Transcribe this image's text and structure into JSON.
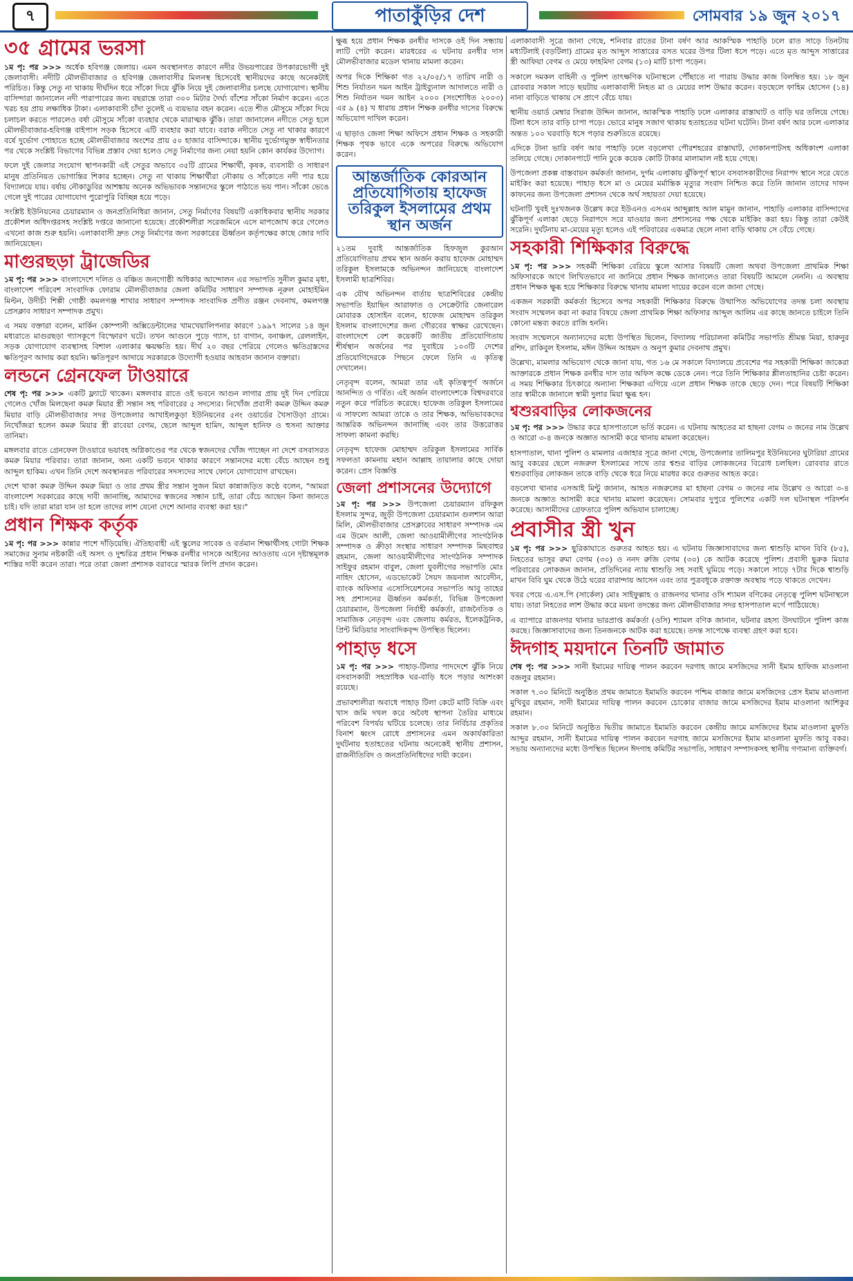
{
  "masthead": {
    "page_number": "৭",
    "brand": "পাতাকুঁড়ির দেশ",
    "date": "সোমবার ১৯ জুন ২০১৭"
  },
  "articles": {
    "a1": {
      "title": "৩৫ গ্রামের ভরসা",
      "lead": "১ম পৃ: পর >>> ",
      "paragraphs": [
        "অর্ধেক হবিগঞ্জ জেলায়। এমন অবস্থানগত কারণে নদীর উভয়পারের উপকারভোগী দুই জেলাবাসী। নদীটি মৌলভীবাজার ও হবিগঞ্জ জেলাবাসীর মিলনস্থ হিসেবেই স্থানীয়দের কাছে অনেকটাই পরিচিত। কিন্তু সেতু না থাকায় দীর্ঘদিন ধরে সাঁকো দিয়ে ঝুঁকি নিয়ে দুই জেলাবাসীর চলছে যোগাযোগ। স্থানীয় বাসিন্দারা জানালেন নদী পারাপারের জন্য বছরান্তে তারা ৩০০ মিটার দৈর্ঘ্য বাঁশের সাঁকো নির্মাণ করেন। এতে খরচ হয় প্রায় লক্ষাধিক টাকা। এলাকাবাসী চাঁদা তুলেই এ ব্যয়ভার বহন করেন। এতে শীত মৌসুমে সাঁকো দিয়ে চলাচল করতে পারলেও বর্ষা মৌসুমে সাঁকো ব্যবহার থেকে মারাত্মক ঝুঁকি। তারা জানালেন নদীতে সেতু হলে মৌলভীবাজার-হবিগঞ্জ বাইপাস সড়ক হিসেবে এটি ব্যবহার করা যাবে। বরাক নদীতে সেতু না থাকার কারণে বর্ষে দুর্ভোগ পোহাতে হচ্ছে মৌলভীবাজার অংশের প্রায় ৫০ হাজার বাসিন্দাকে। স্থানীয় দুর্ভোগমুক্ত স্বাধীনতার পর থেকে সংশ্লিষ্ট বিভাগের বিভিন্ন প্রস্তাব দেয়া হলেও সেতু নির্মাণের জন্য নেয়া হয়নি কোন কার্যকর উদ্যোগ।",
        "ফলে দুই জেলার সংযোগ স্থাপনকারী এই সেতুর অভাবে ৩৫টি গ্রামের শিক্ষার্থী, কৃষক, ব্যবসায়ী ও সাধারণ মানুষ প্রতিনিয়ত ভোগান্তির শিকার হচ্ছেন। সেতু না থাকায় শিক্ষার্থীরা নৌকায় ও সাঁকোতে নদী পার হয়ে বিদ্যালয়ে যায়। বর্ষায় নৌকাডুবির আশঙ্কায় অনেক অভিভাবক সন্তানদের স্কুলে পাঠাতে ভয় পান। সাঁকো ভেঙে গেলে দুই পারের যোগাযোগ পুরোপুরি বিচ্ছিন্ন হয়ে পড়ে।",
        "সংশ্লিষ্ট ইউনিয়নের চেয়ারম্যান ও জনপ্রতিনিধিরা জানান, সেতু নির্মাণের বিষয়টি একাধিকবার স্থানীয় সরকার প্রকৌশল অধিদপ্তরসহ সংশ্লিষ্ট দপ্তরে জানানো হয়েছে। প্রকৌশলীরা সরেজমিনে এসে মাপজোখ করে গেলেও এখনো কাজ শুরু হয়নি। এলাকাবাসী দ্রুত সেতু নির্মাণের জন্য সরকারের ঊর্ধ্বতন কর্তৃপক্ষের কাছে জোর দাবি জানিয়েছেন।"
      ]
    },
    "a2": {
      "title": "মাগুরছড়া ট্রাজেডির",
      "lead": "১ম পৃ: পর >>> ",
      "paragraphs": [
        "বাংলাদেশে দলিত ও বঞ্চিত জনগোষ্ঠী অধিকার আন্দোলন এর সভাপতি সুনীল কুমার মৃধা, বাংলাদেশ পরিবেশ সাংবাদিক ফোরাম মৌলভীবাজার জেলা কমিটির সাধারণ সম্পাদক নূরুল মোহাইমিন মিল্টন, উদীচী শিল্পী গোষ্ঠী কমলগঞ্জ শাখার সাধারণ সম্পাদক সাংবাদিক প্রণীত রঞ্জন দেবনাথ, কমলগঞ্জ প্রেসক্লাব সাধারণ সম্পাদক প্রমুখ।",
        "এ সময় বক্তারা বলেন, মার্কিন কোম্পানী অক্সিডেন্টালের খামখেয়ালিপনার কারণে ১৯৯৭ সালের ১৪ জুন মধ্যরাতে মাগুরছড়া গ্যাসকূপে বিস্ফোরণ ঘটে। তখন আগুনে পুড়ে গ্যাস, চা বাগান, বনাঞ্চল, রেললাইন, সড়ক যোগাযোগ ব্যবস্থাসহ বিশাল এলাকার ক্ষয়ক্ষতি হয়। দীর্ঘ ২০ বছর পেরিয়ে গেলেও ক্ষতিগ্রস্তদের ক্ষতিপূরণ আদায় করা হয়নি। ক্ষতিপূরণ আদায়ে সরকারকে উদ্যোগী হওয়ার আহবান জানান বক্তারা।"
      ]
    },
    "a3": {
      "title": "লন্ডনে গ্রেনফেল টাওয়ারে",
      "lead": "শেষ পৃ: পর >>> ",
      "paragraphs": [
        "একটি ফ্ল্যাটে থাকেন। মঙ্গলবার রাতে ওই ভবনে আগুন লাগার প্রায় দুই দিন পেরিয়ে গেলেও খোঁজ মিলছেনা কমরু মিয়ার স্ত্রী সন্তান সহ পরিবারের ৫ সদস্যের। নিখোঁজ প্রবাসী কমরু উদ্দিন কমরু মিয়ার বাড়ি মৌলভীবাজার সদর উপজেলার আখাইলকুড়া ইউনিয়নের ৫নং ওয়ার্ডের খৈসাউড়া গ্রামে। নিখোঁজরা হলেন কমরু মিয়ার স্ত্রী রাবেয়া বেগম, ছেলে আব্দুল হামিদ, আব্দুল হানিফ ও হুসনা আক্তার তানিমা।",
        "মঙ্গলবার রাতে গ্রেনফেল টাওয়ারে ভয়াবহ অগ্নিকাণ্ডের পর থেকে স্বজনদের খোঁজ পাচ্ছেন না দেশে বসবাসরত কমরু মিয়ার পরিবার। তারা জানান, অন্য একটি ভবনে থাকার কারণে সন্তানদের মধ্যে বেঁচে আছেন শুধু আব্দুল হাকিম। এখন তিনি দেশে অবস্থানরত পরিবারের সদস্যদের সাথে ফোনে যোগাযোগ রাখছেন।",
        "দেশে থাকা কমরু উদ্দিন কমরু মিয়া ও তার প্রথম স্ত্রীর সন্তান সুজন মিয়া কান্নাজড়িত কণ্ঠে বলেন, \"আমরা বাংলাদেশ সরকারের কাছে দাবী জানাচ্ছি, আমাদের স্বজনের সন্ধান চাই, তারা বেঁচে আছেন কিনা জানতে চাই। যদি তারা মারা যান তা হলে তাদের লাশ যেনো দেশে আনার ব্যবস্থা করা হয়।\""
      ]
    },
    "a4": {
      "title": "প্রধান শিক্ষক কর্তৃক",
      "lead": "১ম পৃ: পর >>> ",
      "paragraphs": [
        "কান্নার পাশে দাঁড়িয়েছি। ঐতিহ্যবাহী এই স্কুলের সাবেক ও বর্তমান শিক্ষার্থীসহ গোটা শিক্ষক সমাজের সুনাম নষ্টকারী এই অসৎ ও দুশ্চরিত্র প্রধান শিক্ষক রনধীর দাসকে আইনের আওতায় এনে দৃষ্টান্তমূলক শাস্তির দাবী করেন তারা। পরে তারা জেলা প্রশাসক বরাবরে স্মারক লিপি প্রদান করেন।"
      ]
    },
    "a5": {
      "title": "",
      "lead": "",
      "paragraphs": [
        "ক্ষুব্ধ হয়ে প্রধান শিক্ষক রনধীর দাসকে ওই দিন সন্ধ্যায় লাটি পেটা করেন। মারধরের এ ঘটনায় রনধীর দাস মৌলভীবাজার মডেল থানায় মামলা করেন।",
        "অপর দিকে শিক্ষিকা গত ২২/০৫/১৭ তারিখ নারী ও শিশু নির্যাতন দমন আইন ট্রাইব্যুনাল আদালতে নারী ও শিশু নির্যাতন দমন আইন ২০০০ (সংশোধিত ২০০৩) এর ৯ (৪) খ ধারায় প্রধান শিক্ষক রনধীর দাসের বিরুদ্ধে অভিযোগ দাখিল করেন।",
        "এ ছাড়াও জেলা শিক্ষা অফিসে প্রধান শিক্ষক ও সহকারী শিক্ষক পৃথক ভাবে একে অপরের বিরুদ্ধে অভিযোগ করেন।"
      ]
    },
    "a6": {
      "title": "আন্তর্জাতিক কোরআন প্রতিযোগিতায় হাফেজ তরিকুল ইসলামের প্রথম স্থান অর্জন",
      "lead": "",
      "paragraphs": [
        "২১তম দুবাই আন্তর্জাতিক হিফজুল কুরআন প্রতিযোগিতায় প্রথম স্থান অর্জন করায় হাফেজ মোহাম্মদ তরিকুল ইসলামকে অভিনন্দন জানিয়েছে বাংলাদেশ ইসলামী ছাত্রশিবির।",
        "এক যৌথ অভিনন্দন বার্তায় ছাত্রশিবিরের কেন্দ্রীয় সভাপতি ইয়াছিন আরাফাত ও সেক্রেটারি জেনারেল মোবারক হোসাইন বলেন, হাফেজ মোহাম্মদ তরিকুল ইসলাম বাংলাদেশের জন্য গৌরবের স্বাক্ষর রেখেছেন। বাংলাদেশে বেশ কয়েকটি জাতীয় প্রতিযোগিতায় শীর্ষস্থান অর্জনের পর দুবাইয়ে ১০৩টি দেশের প্রতিযোগিদেরকে পিছনে ফেলে তিনি এ কৃতিত্ব দেখালেন।",
        "নেতৃবৃন্দ বলেন, আমরা তার এই কৃতিত্বপূর্ণ অর্জনে আনন্দিত ও গর্বিত। এই অর্জন বাংলাদেশকে বিশ্বদরবারে নতুন করে পরিচিত করেছে। হাফেজ তরিকুল ইসলামের এ সাফল্যে আমরা তাকে ও তার শিক্ষক, অভিভাবকদের আন্তরিক অভিনন্দন জানাচ্ছি এবং তার উত্তরোত্তর সাফল্য কামনা করছি।",
        "নেতৃবৃন্দ হাফেজ মোহাম্মদ তরিকুল ইসলামের সার্বিক সফলতা কামনায় মহান আল্লাহ তায়ালার কাছে দোয়া করেন। প্রেস বিজ্ঞপ্তি"
      ]
    },
    "a7": {
      "title": "জেলা প্রশাসনের উদ্যোগে",
      "lead": "১ম পৃ: পর >>> ",
      "paragraphs": [
        "উপজেলা চেয়ারম্যান রফিকুল ইসলাম সুন্দর, জুড়ী উপজেলা চেয়ারম্যান গুলশান আরা মিলি, মৌলভীবাজার প্রেসক্লাবের সাধারণ সম্পাদক এম এম উমেদ আলী, জেলা আওয়ামীলীগের সাংগঠনিক সম্পাদক ও ক্রীড়া সংস্থার সাধারণ সম্পাদক মিছবাহুর রহমান, জেলা আওয়ামীলীগের সাংগঠনিক সম্পাদক সাইফুর রহমান বাবুল, জেলা যুবলীগের সভাপতি মোঃ নাহিদ হোসেন, এডভোকেট সৈয়দ জয়নাল আবেদীন, ব্যাংক অফিসার এসোসিয়েশনের সভাপতি আবু তাহের সহ প্রশাসনের ঊর্ধ্বতন কর্মকর্তা, বিভিন্ন উপজেলা চেয়ারম্যান, উপজেলা নির্বাহী কর্মকর্তা, রাজনৈতিক ও সামাজিক নেতৃবৃন্দ এবং জেলায় কর্মরত, ইলেকট্রনিক, প্রিন্ট মিডিয়ার সাংবাদিকবৃন্দ উপস্থিত ছিলেন।"
      ]
    },
    "a8": {
      "title": "পাহাড় ধসে",
      "lead": "১ম পৃ: পর >>> ",
      "paragraphs": [
        "পাহাড়-টিলার পাদদেশে ঝুঁকি নিয়ে বসবাসকারী সহস্রাধিক ঘর-বাড়ি ধসে পড়ার আশংকা রয়েছে।",
        "প্রভাবশালীরা অবাধে পাহাড় টিলা কেটে মাটি বিক্রি এবং খাস জমি দখল করে অবৈধ স্থাপনা তৈরির মাধ্যমে পরিবেশ বিপর্যয় ঘটিয়ে চলেছে। তার নির্বিচার প্রকৃতির বিনাশ ধ্বংস রোধে প্রশাসনের এমন অকার্যকারিতা দুর্ঘটনায় হতাহতের ঘটনায় অনেকেই স্থানীয় প্রশাসন, রাজনীতিবিদ ও জনপ্রতিনিধিদের দায়ী করেন।"
      ]
    },
    "a9": {
      "title": "",
      "lead": "",
      "paragraphs": [
        "এলাকাবাসী সূত্রে জানা গেছে, শনিবার রাতের টানা বর্ষণ আর আকস্মিক পাহাড়ি ঢলে রাত সাড়ে তিনটায় মধ্যটিলাই (বড়টিলা) গ্রামের মৃত আব্দুস সাত্তারের বসত ঘরের উপর টিলা ধসে পড়ে। এতে মৃত আব্দুস সাত্তারের স্ত্রী আফিয়া বেগম ও মেয়ে ফাহমিদা বেগম (১৩) মাটি চাপা পড়েন।",
        "সকালে দমকল বাহিনী ও পুলিশ তাৎক্ষণিক ঘটনাস্থলে পৌঁছাতে না পারায় উদ্ধার কাজ বিলম্বিত হয়। ১৮ জুন রোববার সকাল সাড়ে ছয়টায় এলাকাবাসী নিহত মা ও মেয়ের লাশ উদ্ধার করেন। বড়ছেলে ফাহিম হোসেন (১৪) নানা বাড়িতে থাকায় সে প্রাণে বেঁচে যায়।",
        "স্থানীয় ওয়ার্ড মেম্বার সিরাজ উদ্দিন জানান, আকস্মিক পাহাড়ি ঢলে এলাকার রাস্তাঘাট ও বাড়ি ঘর তলিয়ে গেছে। টিলা ধসে তার বাড়ি চাপা পড়ে। ভোরে মানুষ সজাগ থাকায় হতাহতের ঘটনা ঘটেনি। টানা বর্ষণ আর ঢলে এলাকার অন্তত ১০০ ঘরবাড়ি ধসে পড়ার শুরুতিতে রয়েছে।",
        "এদিকে টানা ভারি বর্ষণ আর পাহাড়ি ঢলে বড়লেখা পৌরশহরের রাস্তাঘাট, দোকানপাটসহ অধিকাংশ এলাকা তলিয়ে গেছে। দোকানপাটে পানি ঢুকে কয়েক কোটি টাকার মালামাল নষ্ট হয়ে গেছে।",
        "উপজেলা প্রকল্প বাস্তবায়ন কর্মকর্তা জানান, দুর্গম এলাকায় ঝুঁকিপূর্ণ স্থানে বসবাসকারীদের নিরাপদ স্থানে সরে যেতে মাইকিং করা হয়েছে। পাহাড় ধসে মা ও মেয়ের মর্মান্তিক মৃত্যুর সংবাদ নিশ্চিত করে তিনি জানান তাদের দাফন কাফনের জন্য উপজেলা প্রশাসন থেকে অর্থ সহায়তা দেয়া হয়েছে।",
        "ঘটনাটি খুবই দুঃখজনক উল্লেখ করে ইউএনও এসএম আব্দুল্লাহ আল মামুন জানান, পাহাড়ি এলাকার বাসিন্দাদের ঝুঁকিপূর্ণ এলাকা ছেড়ে নিরাপদে সরে যাওয়ার জন্য প্রশাসনের পক্ষ থেকে মাইকিং করা হয়। কিন্তু তারা কেউই সরেনি। দুর্ঘটনায় মা-মেয়ের মৃত্যু হলেও এই পরিবারের একমাত্র ছেলে নানা বাড়ি থাকায় সে বেঁচে গেছে।"
      ]
    },
    "a10": {
      "title": "সহকারী শিক্ষিকার বিরুদ্ধে",
      "lead": "১ম পৃ: পর >>> ",
      "paragraphs": [
        "সহকর্মী শিক্ষিকা বেরিয়ে স্কুলে আসার বিষয়টি জেলা অথবা উপজেলা প্রাথমিক শিক্ষা অফিসারকে আগে লিখিতভাবে না জানিয়ে প্রধান শিক্ষক জানালেও তারা বিষয়টি আমলে নেননি। এ অবস্থায় প্রধান শিক্ষক ক্ষুব্ধ হয়ে শিক্ষিকার বিরুদ্ধে থানায় মামলা দায়ের করেন বলে জানা গেছে।",
        "একজন সরকারী কর্মকর্তা হিসেবে অপর সহকারী শিক্ষিকার বিরুদ্ধে উত্থাপিত অভিযোগের তদন্ত চলা অবস্থায় সংবাদ সম্মেলন করা না করার বিষয়ে জেলা প্রাথমিক শিক্ষা অফিসার আব্দুল আলিম এর কাছে জানতে চাইলে তিনি কোনো মন্তব্য করতে রাজি হননি।",
        "সংবাদ সম্মেলনে অন্যান্যদের মধ্যে উপস্থিত ছিলেন, বিদ্যালয় পরিচালনা কমিটির সভাপতি শ্রীমন্ত মিয়া, হারুনুর রশিদ, রাকিবুল ইসলাম, মঈন উদ্দিন আহমদ ও অনুপ কুমার দেবনাথ প্রমুখ।",
        "উল্লেখ্য, মামলার অভিযোগ থেকে জানা যায়, গত ১৬ মে সকালে বিদ্যালয়ে প্রবেশের পর সহকারী শিক্ষিকা জাকেরা আক্তারকে প্রধান শিক্ষক রনধীর দাস তার অফিস কক্ষে ডেকে নেন। পরে তিনি শিক্ষিকার শ্লীলতাহানির চেষ্টা করেন। এ সময় শিক্ষিকার চিৎকারে অন্যান্য শিক্ষকরা এগিয়ে এলে প্রধান শিক্ষক তাকে ছেড়ে দেন। পরে বিষয়টি শিক্ষিকা তার স্বামীকে জানালে স্বামী দুলার মিয়া ক্ষুব্ধ হন।"
      ]
    },
    "a11": {
      "title": "শ্বশুরবাড়ির লোকজনের",
      "lead": "১ম পৃ: পর >>> ",
      "paragraphs": [
        "উদ্ধার করে হাসপাতালে ভর্তি করেন। এ ঘটনায় আহতের মা হাছনা বেগম ৩ জনের নাম উল্লেখ ও আরো ৩-৪ জনকে অজ্ঞাত আসামী করে থানায় মামলা করেছেন।",
        "হাসপাতাল, থানা পুলিশ ও মামলার এজাহার সূত্রে জানা গেছে, উপজেলার তালিমপুর ইউনিয়নের ঘুটারিয়া গ্রামের আবু বকরের ছেলে নজরুল ইসলামের সাথে তার শ্বশুর বাড়ির লোকজনের বিরোধ চলছিল। রোববার রাতে শ্বশুরবাড়ির লোকজন তাকে বাড়ি থেকে ধরে নিয়ে মারধর করে গুরুতর আহত করে।",
        "বড়লেখা থানার এসআই মিন্টু জানান, আহত নজরুলের মা হাছনা বেগম ৩ জনের নাম উল্লেখ ও আরো ৩-৪ জনকে অজ্ঞাত আসামী করে থানায় মামলা করেছেন। সোমবার দুপুরে পুলিশের একটি দল ঘটনাস্থল পরিদর্শন করেছে। আসামীদের গ্রেফতারে পুলিশ অভিযান চালাচ্ছে।"
      ]
    },
    "a12": {
      "title": "প্রবাসীর স্ত্রী খুন",
      "lead": "১ম পৃ: পর >>> ",
      "paragraphs": [
        "ছুরিকাঘাতে গুরুতর আহত হয়। এ ঘটনায় জিজ্ঞাসাবাদের জন্য শ্বাশুড়ি মাখন বিবি (৮৫), নিহতের ভাসুর রুমা বেগম (৩০) ও ননদ রুজি বেগম (৩০) কে আটক করেছে পুলিশ। প্রবাসী ছুরুক মিয়ার পরিবারের লোকজন জানান, প্রতিদিনের ন্যায় শ্বাশুড়ি সহ সবাই ঘুমিয়ে পড়ে। সকালে সাড়ে ৭টার দিকে শ্বাশুড়ি মাখন বিবি ঘুম থেকে উঠে ঘরের বারান্দায় আসেন এবং তার পুত্রবধূকে রক্তাক্ত অবস্থায় পড়ে থাকতে দেখেন।",
        "খবর পেয়ে এ.এস.পি (সার্কেল) মোঃ সাইফুল্লাহ ও রাজনগর থানার ওসি শ্যামল বণিকের নেতৃত্বে পুলিশ ঘটনাস্থলে যায়। তারা নিহতের লাশ উদ্ধার করে ময়না তদন্তের জন্য মৌলভীবাজার সদর হাসপাতাল মর্গে পাঠিয়েছে।",
        "এ ব্যাপারে রাজনগর থানার ভারপ্রাপ্ত কর্মকর্তা (ওসি) শ্যামল বণিক জানান, ঘটনার রহস্য উদঘাটনে পুলিশ কাজ করছে। জিজ্ঞাসাবাদের জন্য তিনজনকে আটক করা হয়েছে। তদন্ত সাপেক্ষে ব্যবস্থা গ্রহণ করা হবে।"
      ]
    },
    "a13": {
      "title": "ঈদগাহ ময়দানে তিনটি জামাত",
      "lead": "শেষ পৃ: পর >>> ",
      "paragraphs": [
        "সানী ইমামের দায়িত্ব পালন করবেন দরগাহ জামে মসজিদের সানী ইমাম হাফিজ মাওলানা বজলুর রহমান।",
        "সকাল ৭.৩০ মিনিটে অনুষ্ঠিত প্রথম জামাতে ইমামতি করবেন পশ্চিম বাজার জামে মসজিদের প্রেস ইমাম মাওলানা মুখিবুর রহমান, সানী ইমামের দায়িত্ব পালন করবেন চোকোর বাজার জামে মসজিদের ইমাম মাওলানা আশিকুর রহমান।",
        "সকাল ৮.৩০ মিনিটে অনুষ্ঠিত দ্বিতীয় জামাতে ইমামতি করবেন কেন্দ্রীয় জামে মসজিদের ইমাম মাওলানা মুফতি আব্দুর রহমান, সানী ইমামের দায়িত্ব পালন করবেন দরগাহ জামে মসজিদের ইমাম মাওলানা মুফতি আবু বকর। সভায় অন্যান্যদের মধ্যে উপস্থিত ছিলেন ঈদগাহ কমিটির সভাপতি, সাধারণ সম্পাদকসহ স্থানীয় গণ্যমান্য ব্যক্তিবর্গ।"
      ]
    }
  }
}
